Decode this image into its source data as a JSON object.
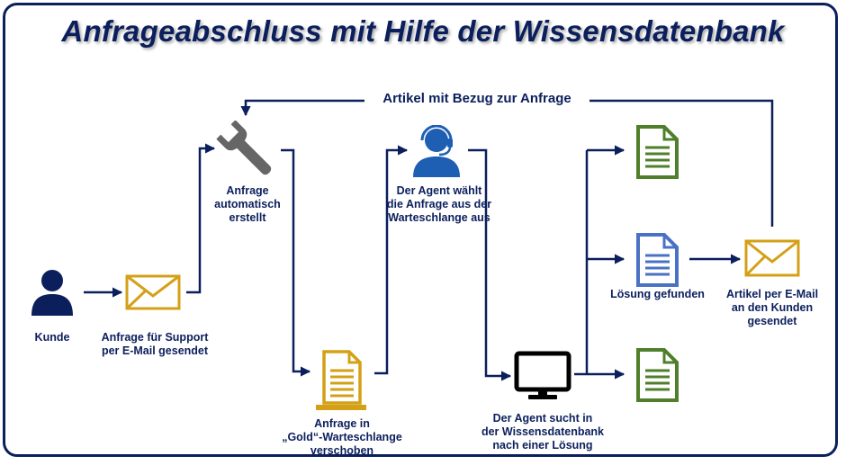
{
  "title": "Anfrageabschluss mit Hilfe der Wissensdatenbank",
  "top_arrow_label": "Artikel mit Bezug zur Anfrage",
  "steps": {
    "kunde": "Kunde",
    "email": "Anfrage für Support\nper E-Mail gesendet",
    "ticket": "Anfrage\nautomatisch\nerstellt",
    "queue": "Anfrage in\n„Gold“-Warteschlange\nverschoben",
    "agent": "Der Agent wählt\ndie Anfrage aus der\nWarteschlange aus",
    "search": "Der Agent sucht in\nder Wissensdatenbank\nnach einer Lösung",
    "solution": "Lösung gefunden",
    "send": "Artikel per E-Mail\nan den Kunden\ngesendet"
  },
  "colors": {
    "navy": "#0b1f5c",
    "gold": "#d4a017",
    "blue": "#4a72c4",
    "green": "#4f7f2b",
    "gray": "#666666",
    "person_blue": "#1e5fb3"
  },
  "icons": [
    "person-icon",
    "envelope-icon",
    "wrench-icon",
    "document-icon",
    "headset-agent-icon",
    "monitor-icon",
    "document-icon",
    "envelope-icon"
  ]
}
